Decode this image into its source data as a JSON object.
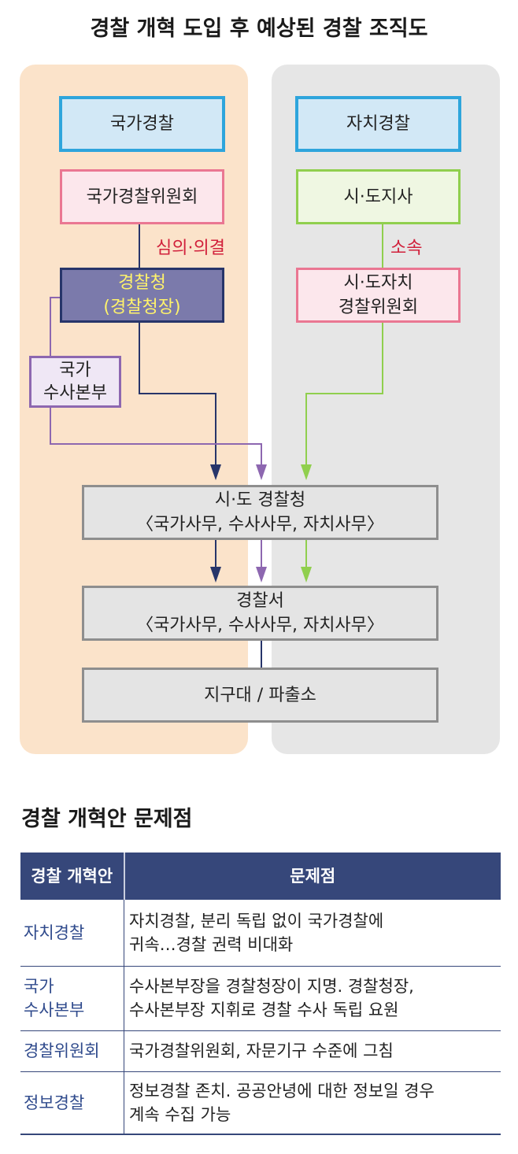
{
  "title": "경찰 개혁 도입 후 예상된 경찰 조직도",
  "diagram": {
    "national_police": "국가경찰",
    "local_police": "자치경찰",
    "national_commission": "국가경찰위원회",
    "governor": "시·도지사",
    "rel_deliberation": "심의·의결",
    "rel_affiliation": "소속",
    "police_agency_line1": "경찰청",
    "police_agency_line2": "(경찰청장)",
    "local_commission_line1": "시·도자치",
    "local_commission_line2": "경찰위원회",
    "investigation_line1": "국가",
    "investigation_line2": "수사본부",
    "provincial_line1": "시·도 경찰청",
    "provincial_line2": "〈국가사무, 수사사무, 자치사무〉",
    "station_line1": "경찰서",
    "station_line2": "〈국가사무, 수사사무, 자치사무〉",
    "substation": "지구대 / 파출소",
    "colors": {
      "navy": "#27356a",
      "purple": "#8d67b0",
      "green": "#90cf4e",
      "red_label": "#d1203b"
    }
  },
  "issues": {
    "title": "경찰 개혁안 문제점",
    "headers": [
      "경찰 개혁안",
      "문제점"
    ],
    "rows": [
      {
        "item": [
          "자치경찰"
        ],
        "problem": [
          "자치경찰, 분리 독립 없이 국가경찰에",
          "귀속…경찰 권력 비대화"
        ]
      },
      {
        "item": [
          "국가",
          "수사본부"
        ],
        "problem": [
          "수사본부장을 경찰청장이 지명. 경찰청장,",
          "수사본부장 지휘로 경찰 수사 독립 요원"
        ]
      },
      {
        "item": [
          "경찰위원회"
        ],
        "problem": [
          "국가경찰위원회, 자문기구 수준에 그침"
        ]
      },
      {
        "item": [
          "정보경찰"
        ],
        "problem": [
          "정보경찰 존치. 공공안녕에 대한 정보일 경우",
          "계속 수집 가능"
        ]
      }
    ]
  }
}
